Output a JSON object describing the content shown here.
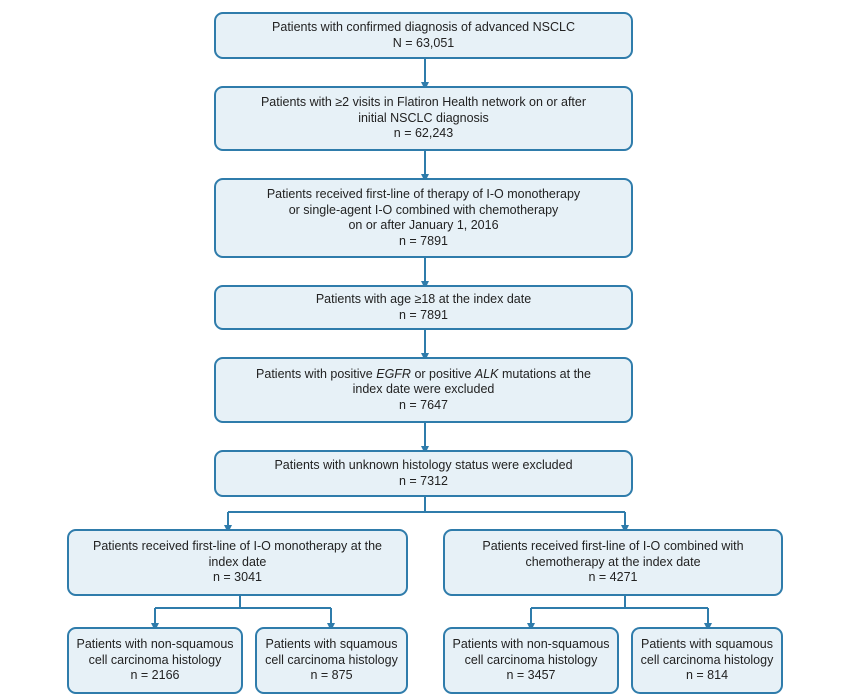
{
  "colors": {
    "box_fill": "#e7f1f7",
    "box_border": "#2f7cab",
    "connector": "#2f7cab"
  },
  "boxes": {
    "confirmed": {
      "line1": "Patients with confirmed diagnosis of advanced NSCLC",
      "count": "N = 63,051"
    },
    "visits": {
      "line1": "Patients with ≥2 visits in Flatiron Health network on or after",
      "line2": "initial NSCLC diagnosis",
      "count": "n = 62,243"
    },
    "first_line": {
      "line1": "Patients received first-line of therapy of I-O monotherapy",
      "line2": "or single-agent I-O combined with chemotherapy",
      "line3": "on or after January 1, 2016",
      "count": "n = 7891"
    },
    "age": {
      "line1": "Patients with age ≥18 at the index date",
      "count": "n = 7891"
    },
    "mutations": {
      "prefix": "Patients with positive ",
      "egfr": "EGFR",
      "middle": " or positive ",
      "alk": "ALK",
      "suffix": " mutations at the",
      "line2": "index date were excluded",
      "count": "n = 7647"
    },
    "histology": {
      "line1": "Patients with unknown histology status were excluded",
      "count": "n = 7312"
    },
    "mono": {
      "line1": "Patients received first-line of I-O monotherapy at the",
      "line2": "index date",
      "count": "n = 3041"
    },
    "combo": {
      "line1": "Patients received first-line of I-O combined with",
      "line2": "chemotherapy at the index date",
      "count": "n = 4271"
    },
    "mono_nonsq": {
      "line1": "Patients with non-squamous",
      "line2": "cell carcinoma histology",
      "count": "n = 2166"
    },
    "mono_sq": {
      "line1": "Patients with squamous",
      "line2": "cell carcinoma histology",
      "count": "n = 875"
    },
    "combo_nonsq": {
      "line1": "Patients with non-squamous",
      "line2": "cell carcinoma histology",
      "count": "n = 3457"
    },
    "combo_sq": {
      "line1": "Patients with squamous",
      "line2": "cell carcinoma histology",
      "count": "n = 814"
    }
  }
}
